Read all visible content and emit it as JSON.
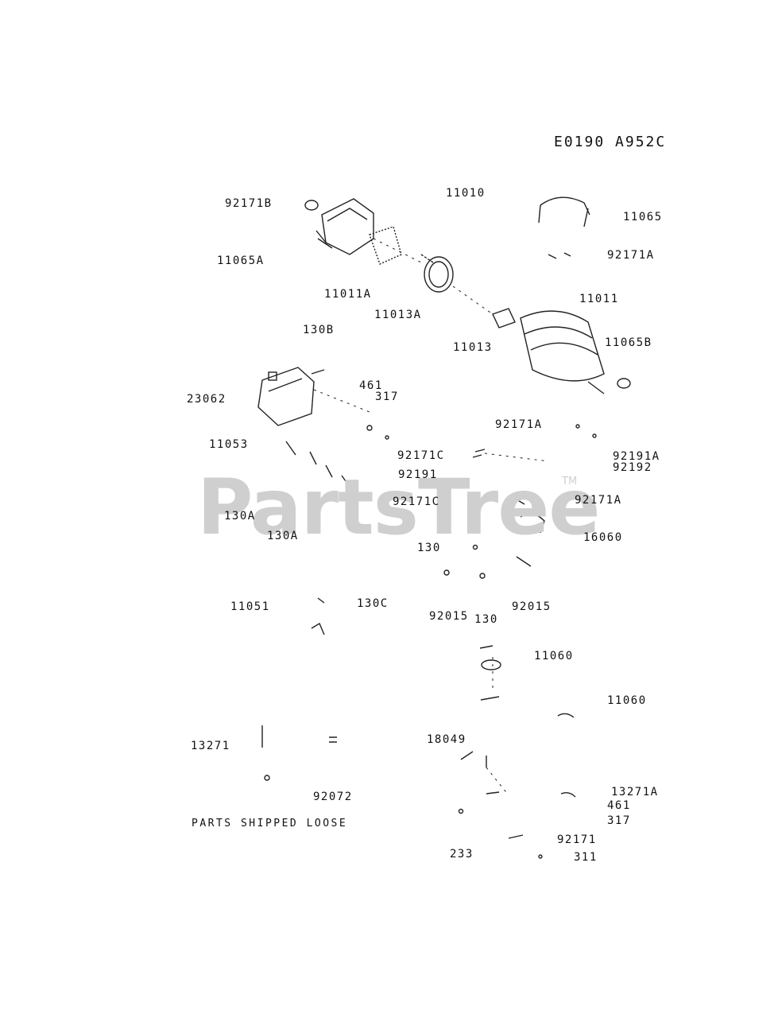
{
  "diagram_code": "E0190 A952C",
  "watermark": {
    "brand": "PartsTree",
    "tm": "TM"
  },
  "note": "PARTS SHIPPED LOOSE",
  "callouts": [
    "92171B",
    "11010",
    "11065",
    "11065A",
    "92171A",
    "11011A",
    "11011",
    "11013A",
    "130B",
    "11013",
    "11065B",
    "461",
    "23062",
    "317",
    "92171A",
    "11053",
    "92171C",
    "92191A",
    "92192",
    "92191",
    "92171C",
    "92171A",
    "130A",
    "130A",
    "16060",
    "130",
    "11051",
    "130C",
    "92015",
    "92015",
    "130",
    "11060",
    "11060",
    "13271",
    "18049",
    "13271A",
    "461",
    "92072",
    "317",
    "92171",
    "233",
    "311"
  ]
}
